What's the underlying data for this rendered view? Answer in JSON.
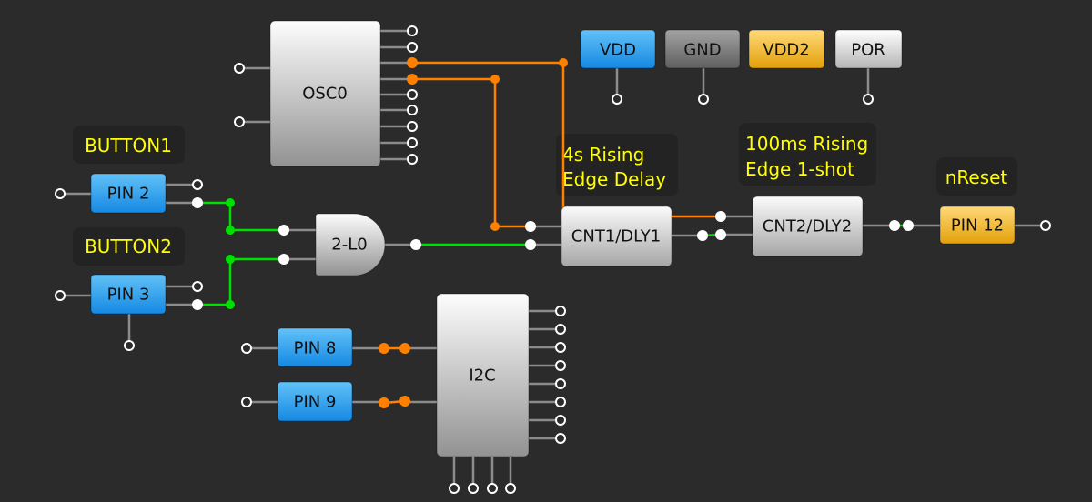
{
  "canvas": {
    "background": "#2b2b2b"
  },
  "colors": {
    "wire_default": "#8c8c8c",
    "wire_orange": "#ff8000",
    "wire_green": "#00e000",
    "note_text": "#ffff00",
    "note_background": "#222222",
    "io_pin_block": "#1a8de6",
    "vdd2_block": "#e3a00a",
    "gnd_block": "#6a6a6a"
  },
  "power_rails": {
    "vdd": {
      "label": "VDD"
    },
    "gnd": {
      "label": "GND"
    },
    "vdd2": {
      "label": "VDD2"
    },
    "por": {
      "label": "POR"
    }
  },
  "blocks": {
    "osc0": {
      "label": "OSC0"
    },
    "pin2": {
      "label": "PIN 2"
    },
    "pin3": {
      "label": "PIN 3"
    },
    "lut": {
      "label": "2-L0"
    },
    "cnt1": {
      "label": "CNT1/DLY1"
    },
    "cnt2": {
      "label": "CNT2/DLY2"
    },
    "pin12": {
      "label": "PIN 12"
    },
    "pin8": {
      "label": "PIN 8"
    },
    "pin9": {
      "label": "PIN 9"
    },
    "i2c": {
      "label": "I2C"
    }
  },
  "annotations": {
    "button1": "BUTTON1",
    "button2": "BUTTON2",
    "cnt1_note": [
      "4s Rising",
      "Edge Delay"
    ],
    "cnt2_note": [
      "100ms Rising",
      "Edge 1-shot"
    ],
    "nreset": "nReset"
  }
}
